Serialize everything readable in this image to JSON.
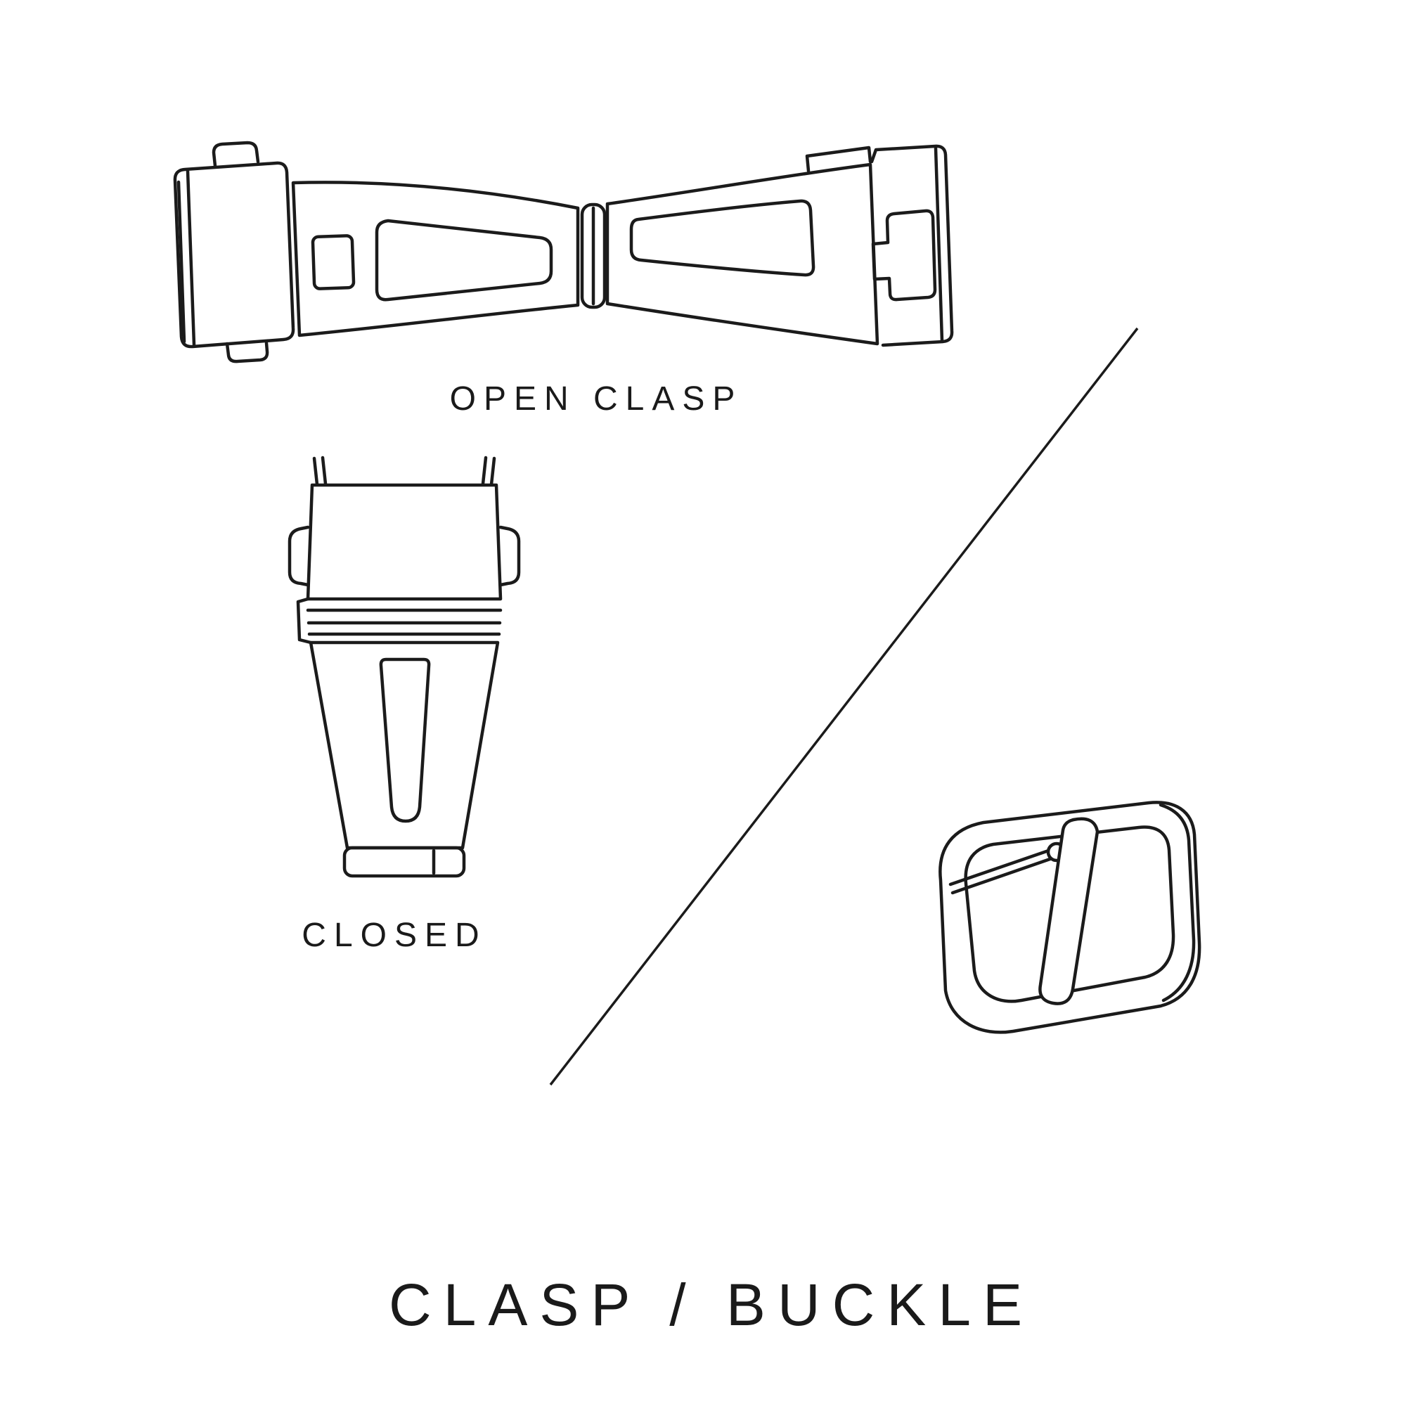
{
  "canvas": {
    "background": "#ffffff",
    "line_color": "#1b1b1b",
    "text_color": "#1a1a1a"
  },
  "figures": {
    "open_clasp": {
      "label": "OPEN CLASP",
      "icon": "open-clasp-illustration"
    },
    "closed_clasp": {
      "label": "CLOSED",
      "icon": "closed-clasp-illustration"
    },
    "buckle": {
      "icon": "pin-buckle-illustration"
    }
  },
  "title": "CLASP / BUCKLE"
}
